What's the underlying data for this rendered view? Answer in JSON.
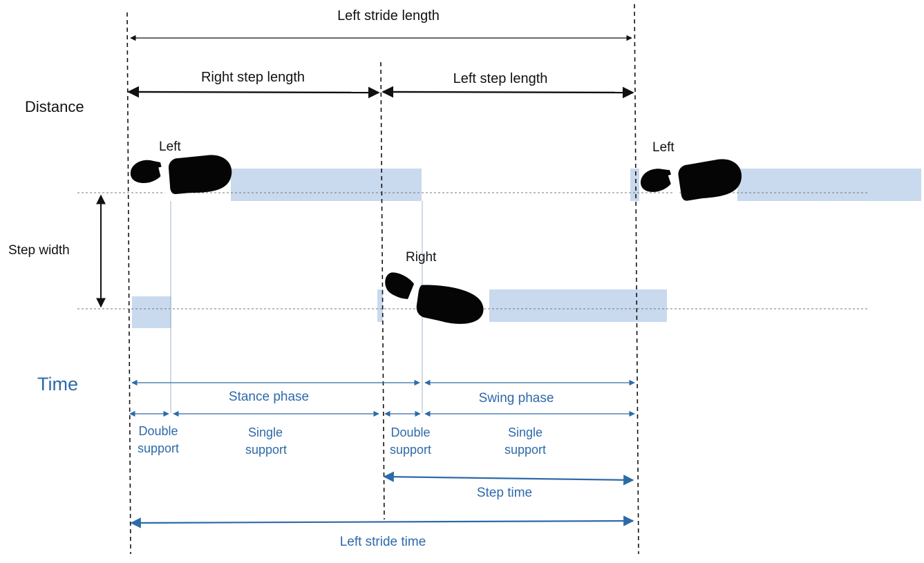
{
  "colors": {
    "time_blue": "#2e6aa8",
    "band_fill": "#c9d9ee",
    "ink": "#111111"
  },
  "distance": {
    "section_label": "Distance",
    "left_stride_length": "Left stride length",
    "right_step_length": "Right step length",
    "left_step_length": "Left step length",
    "step_width": "Step width"
  },
  "feet": {
    "left_1": "Left",
    "right": "Right",
    "left_2": "Left"
  },
  "time": {
    "section_label": "Time",
    "stance_phase": "Stance phase",
    "swing_phase": "Swing phase",
    "double_support_1": [
      "Double",
      "support"
    ],
    "single_support_1": [
      "Single",
      "support"
    ],
    "double_support_2": [
      "Double",
      "support"
    ],
    "single_support_2": [
      "Single",
      "support"
    ],
    "step_time": "Step time",
    "left_stride_time": "Left stride time"
  },
  "icons": {
    "footprint": "shoe-print-icon"
  }
}
